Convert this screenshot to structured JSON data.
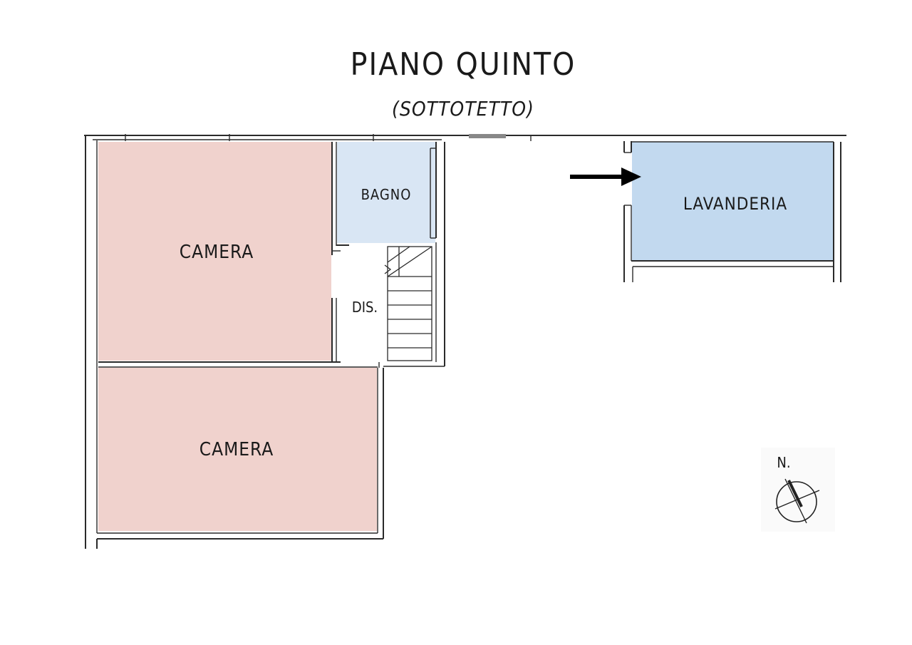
{
  "title": "PIANO QUINTO",
  "subtitle": "(SOTTOTETTO)",
  "rooms": {
    "camera_top": {
      "label": "CAMERA",
      "color": "#f0d2cd"
    },
    "camera_bottom": {
      "label": "CAMERA",
      "color": "#f0d2cd"
    },
    "bagno": {
      "label": "BAGNO",
      "color": "#d9e6f4"
    },
    "disimpegno": {
      "label": "DIS.",
      "color": "#ffffff"
    },
    "lavanderia": {
      "label": "LAVANDERIA",
      "color": "#c2d9ef"
    }
  },
  "compass": {
    "label": "N."
  },
  "arrow": {
    "target": "lavanderia",
    "icon": "right-arrow-icon"
  }
}
